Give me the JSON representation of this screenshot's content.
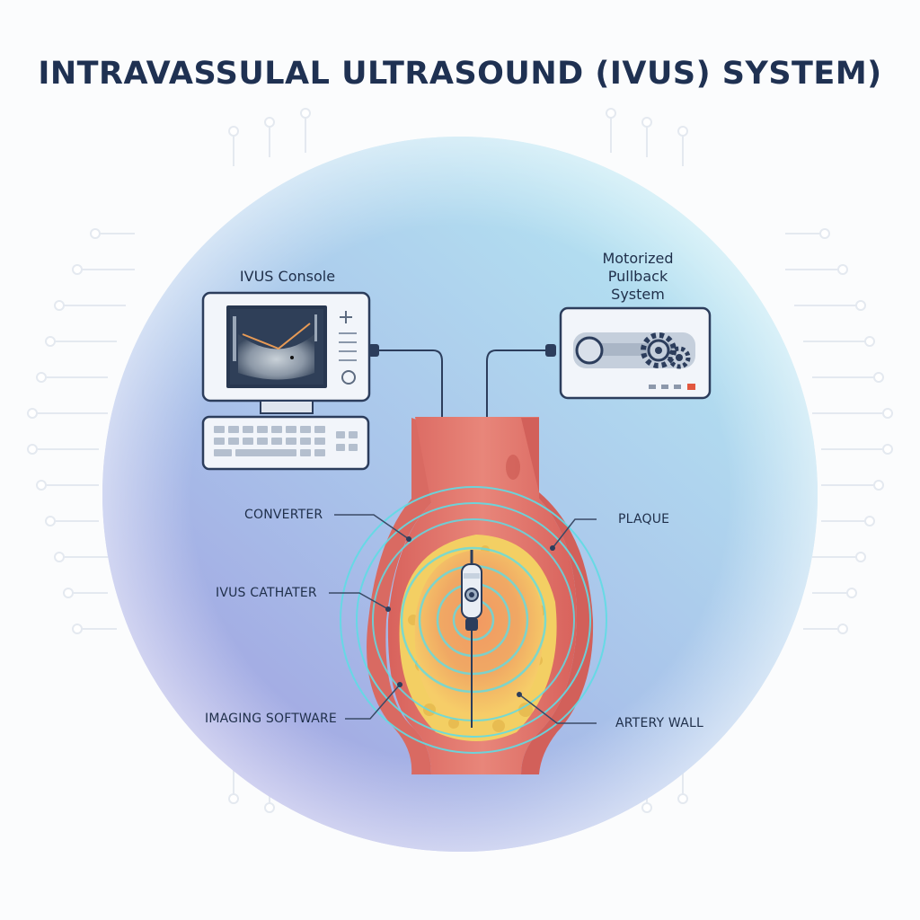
{
  "title": "INTRAVASSULAL ULTRASOUND (IVUS) SYSTEM)",
  "devices": {
    "console_label": "IVUS Console",
    "pullback_label_lines": [
      "Motorized",
      "Pullback",
      "System"
    ]
  },
  "callouts": {
    "converter": "CONVERTER",
    "catheter": "IVUS CATHATER",
    "software": "IMAGING SOFTWARE",
    "plaque": "PLAQUE",
    "artery_wall": "ARTERY WALL"
  },
  "colors": {
    "title": "#1f3152",
    "artery_wall": "#e27a72",
    "plaque": "#f3cf63",
    "lumen": "#ee9b63",
    "ring": "#5fdbe4",
    "panel": "#eef3fa",
    "screen": "#283750"
  },
  "icons": [
    "monitor-icon",
    "keyboard-icon",
    "gear-icon",
    "transducer-icon"
  ]
}
